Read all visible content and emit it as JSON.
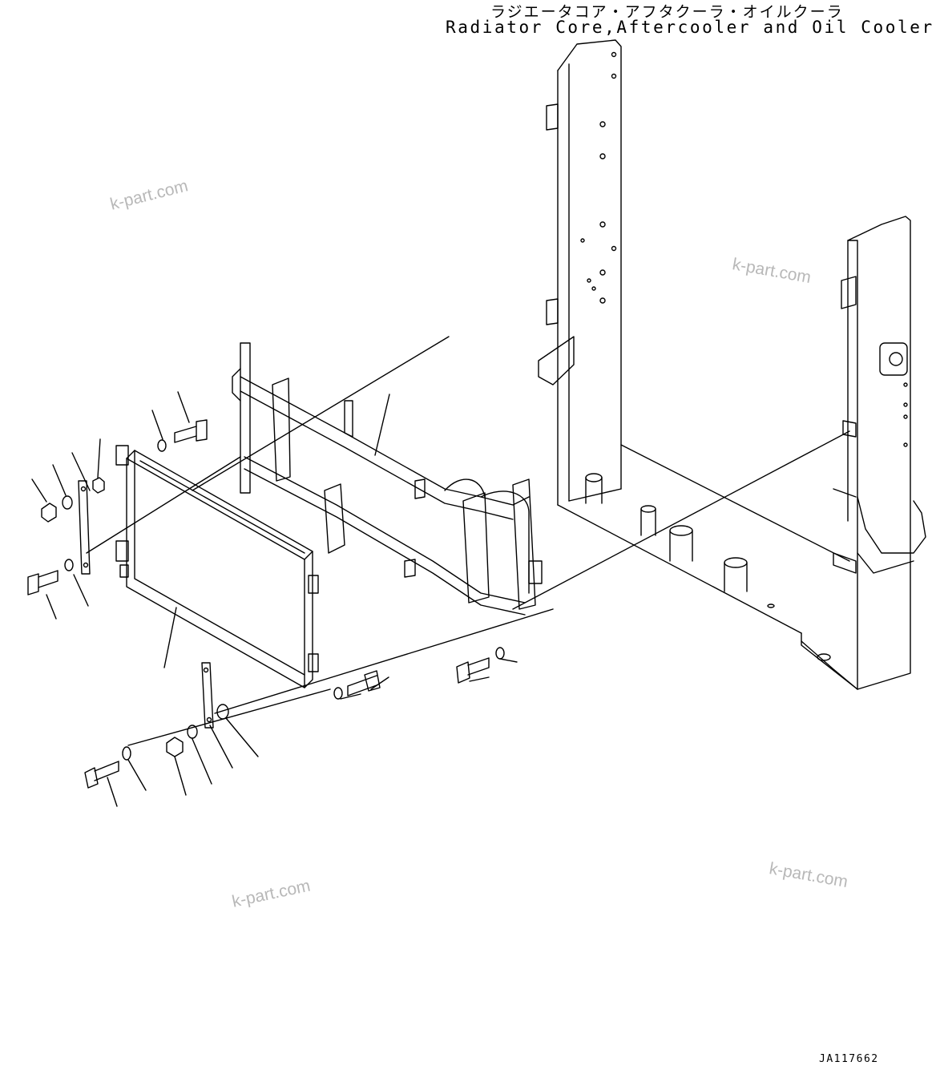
{
  "title": {
    "japanese": "ラジエータコア・アフタクーラ・オイルクーラ",
    "english": "Radiator Core,Aftercooler and Oil Cooler"
  },
  "drawing_code": "JA117662",
  "watermark": "k-part.com"
}
